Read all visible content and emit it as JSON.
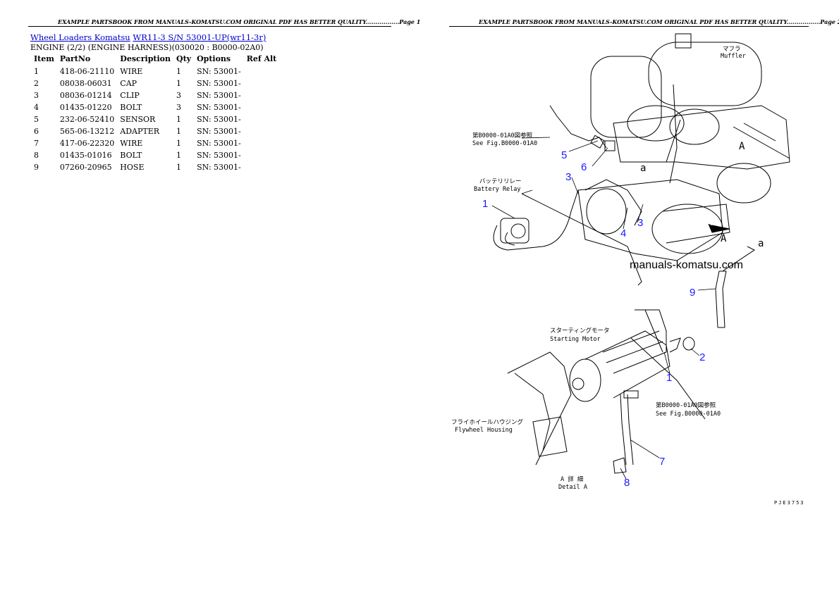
{
  "header": {
    "page1": "EXAMPLE PARTSBOOK FROM MANUALS-KOMATSU.COM ORIGINAL PDF HAS BETTER QUALITY.................Page 1",
    "page2": "EXAMPLE PARTSBOOK FROM MANUALS-KOMATSU.COM ORIGINAL PDF HAS BETTER QUALITY.................Page 2"
  },
  "breadcrumb": {
    "link1": "Wheel Loaders Komatsu",
    "link2": "WR11-3 S/N 53001-UP(wr11-3r)"
  },
  "subtitle": "ENGINE (2/2) (ENGINE HARNESS)(030020 : B0000-02A0)",
  "table": {
    "headers": [
      "Item",
      "PartNo",
      "Description",
      "Qty",
      "Options",
      "Ref Alt"
    ],
    "rows": [
      {
        "item": "1",
        "partno": "418-06-21110",
        "desc": "WIRE",
        "qty": "1",
        "options": "SN: 53001-"
      },
      {
        "item": "2",
        "partno": "08038-06031",
        "desc": "CAP",
        "qty": "1",
        "options": "SN: 53001-"
      },
      {
        "item": "3",
        "partno": "08036-01214",
        "desc": "CLIP",
        "qty": "3",
        "options": "SN: 53001-"
      },
      {
        "item": "4",
        "partno": "01435-01220",
        "desc": "BOLT",
        "qty": "3",
        "options": "SN: 53001-"
      },
      {
        "item": "5",
        "partno": "232-06-52410",
        "desc": "SENSOR",
        "qty": "1",
        "options": "SN: 53001-"
      },
      {
        "item": "6",
        "partno": "565-06-13212",
        "desc": "ADAPTER",
        "qty": "1",
        "options": "SN: 53001-"
      },
      {
        "item": "7",
        "partno": "417-06-22320",
        "desc": "WIRE",
        "qty": "1",
        "options": "SN: 53001-"
      },
      {
        "item": "8",
        "partno": "01435-01016",
        "desc": "BOLT",
        "qty": "1",
        "options": "SN: 53001-"
      },
      {
        "item": "9",
        "partno": "07260-20965",
        "desc": "HOSE",
        "qty": "1",
        "options": "SN: 53001-"
      }
    ]
  },
  "diagram": {
    "muffler_jp": "マフラ",
    "muffler_en": "Muffler",
    "ref_jp_top": "第B0000-01A0図参照",
    "ref_en_top": "See Fig.B0000-01A0",
    "relay_jp": "バッテリリレー",
    "relay_en": "Battery Relay",
    "starter_jp": "スターティングモータ",
    "starter_en": "Starting Motor",
    "ref_jp_bottom": "第B0000-01A0図参照",
    "ref_en_bottom": "See Fig.B0000-01A0",
    "flywheel_jp": "フライホイールハウジング",
    "flywheel_en": "Flywheel Housing",
    "detail_jp": "A 詳 細",
    "detail_en": "Detail A",
    "letter_A1": "A",
    "letter_A2": "A",
    "letter_a1": "a",
    "letter_a2": "a",
    "watermark": "manuals-komatsu.com",
    "callouts": [
      "5",
      "6",
      "3",
      "1",
      "4",
      "3",
      "9",
      "2",
      "1",
      "7",
      "8"
    ],
    "footer_code": "PJE3753"
  }
}
